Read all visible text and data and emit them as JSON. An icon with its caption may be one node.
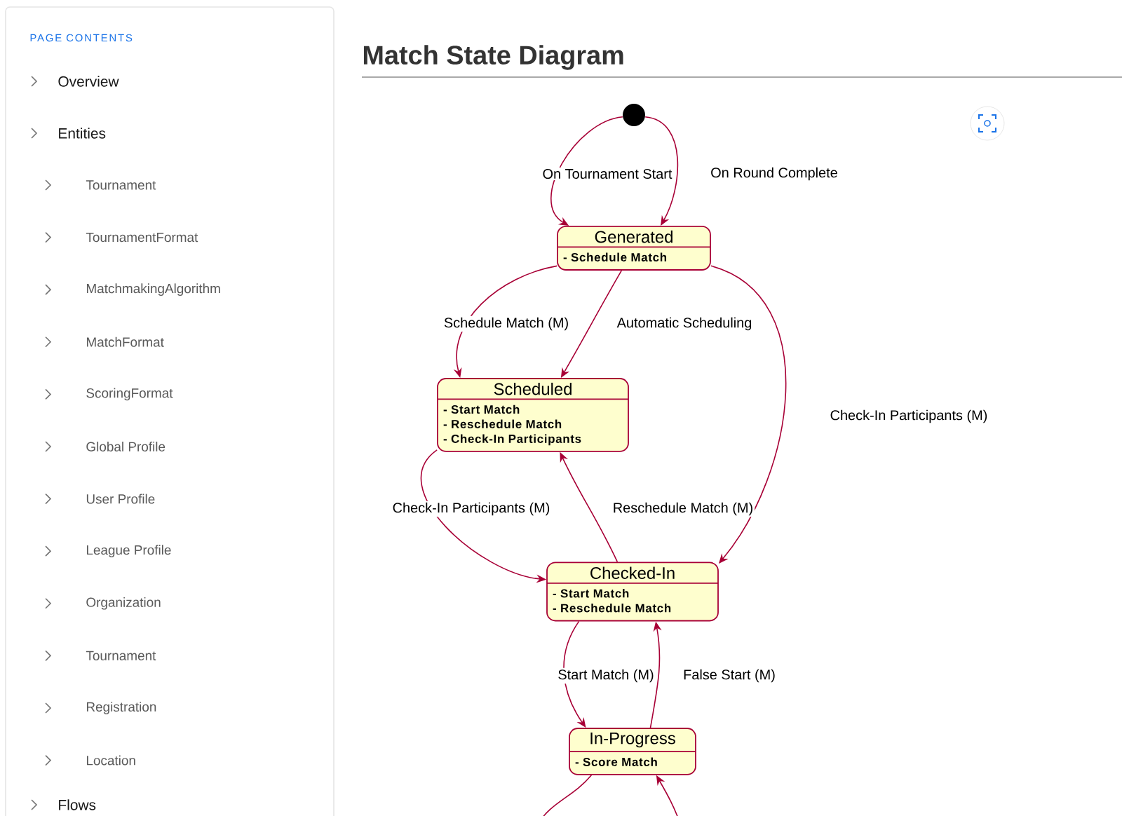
{
  "diagram": {
    "title": "Match State Diagram",
    "nodes": [
      {
        "text": [],
        "shape": "circle"
      },
      {
        "text": [
          "Generated",
          "- Schedule Match"
        ]
      },
      {
        "text": [
          "Scheduled",
          "- Start Match",
          "- Reschedule Match",
          "- Check-In Participants"
        ]
      },
      {
        "text": [
          "Checked-In",
          "- Start Match",
          "- Reschedule Match"
        ]
      },
      {
        "text": [
          "In-Progress",
          "- Score Match"
        ]
      }
    ],
    "edges": [
      {
        "from": 0,
        "to": 1,
        "arrow": "to",
        "label": "On Tournament Start"
      },
      {
        "from": 0,
        "to": 1,
        "arrow": "to",
        "label": "On Round Complete"
      },
      {
        "from": 1,
        "to": 2,
        "arrow": "to",
        "label": "Schedule Match (M)"
      },
      {
        "from": 1,
        "to": 2,
        "arrow": "to",
        "label": "Automatic Scheduling"
      },
      {
        "from": 1,
        "to": 3,
        "arrow": "to",
        "label": "Check-In Participants (M)"
      },
      {
        "from": 2,
        "to": 3,
        "arrow": "to",
        "label": "Check-In Participants (M)"
      },
      {
        "from": 3,
        "to": 2,
        "arrow": "to",
        "label": "Reschedule Match (M)"
      },
      {
        "from": 3,
        "to": 4,
        "arrow": "to",
        "label": "Start Match (M)"
      },
      {
        "from": 4,
        "to": 3,
        "arrow": "to",
        "label": "False Start (M)"
      },
      {
        "from": 4,
        "to": null,
        "arrow": "none"
      },
      {
        "from": null,
        "to": 4,
        "arrow": "to"
      }
    ],
    "labels": [
      "PAGE CONTENTS",
      "Overview",
      "Entities",
      "Tournament",
      "TournamentFormat",
      "MatchmakingAlgorithm",
      "MatchFormat",
      "ScoringFormat",
      "Global Profile",
      "User Profile",
      "League Profile",
      "Organization",
      "Tournament",
      "Registration",
      "Location",
      "Flows"
    ]
  }
}
